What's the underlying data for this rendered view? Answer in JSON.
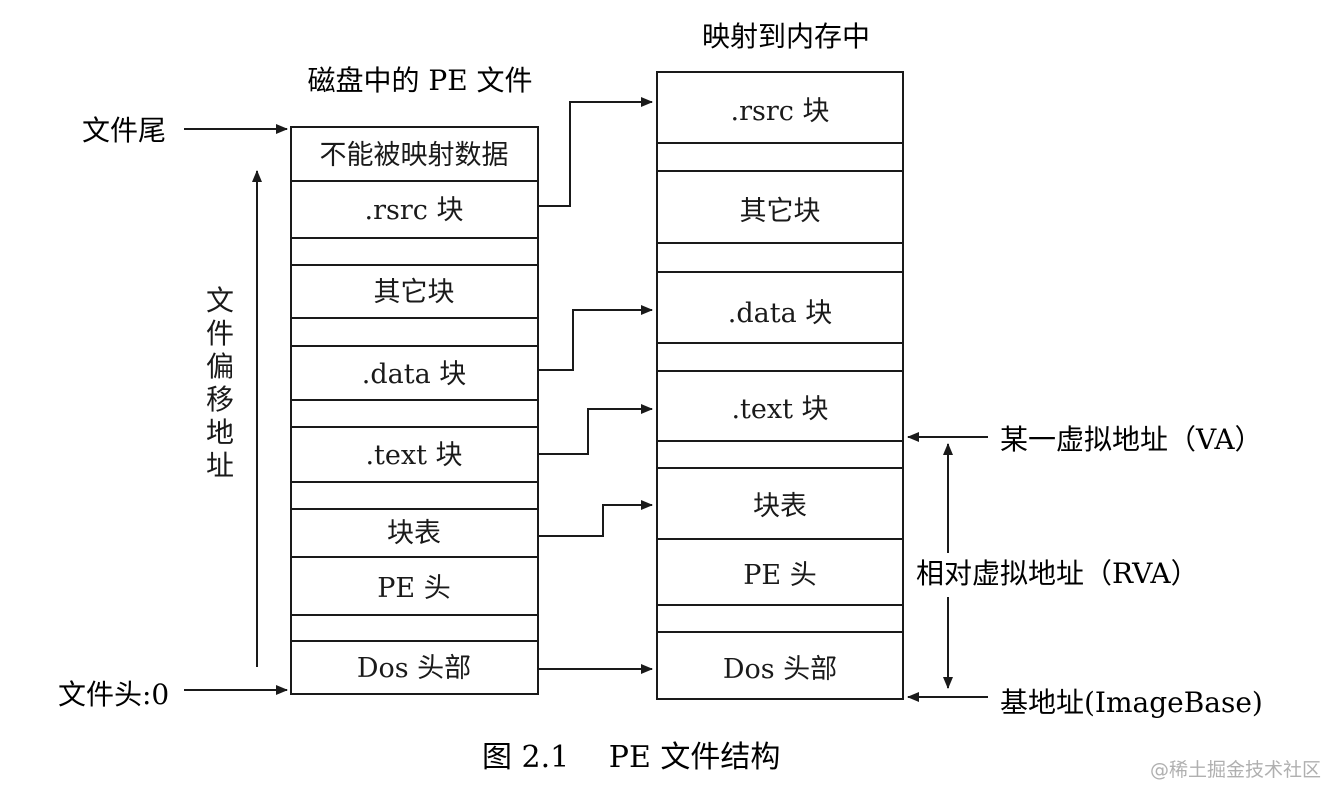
{
  "diagram": {
    "disk": {
      "title": "磁盘中的 PE 文件",
      "blocks": {
        "unmapped": "不能被映射数据",
        "rsrc": ".rsrc 块",
        "other": "其它块",
        "data": ".data 块",
        "text": ".text 块",
        "section_table": "块表",
        "pe_header": "PE 头",
        "dos_header": "Dos 头部"
      }
    },
    "memory": {
      "title": "映射到内存中",
      "blocks": {
        "rsrc": ".rsrc 块",
        "other": "其它块",
        "data": ".data 块",
        "text": ".text 块",
        "section_table": "块表",
        "pe_header": "PE 头",
        "dos_header": "Dos  头部"
      }
    },
    "labels": {
      "file_tail": "文件尾",
      "file_head": "文件头:0",
      "file_offset": [
        "文",
        "件",
        "偏",
        "移",
        "地",
        "址"
      ],
      "va": "某一虚拟地址（VA）",
      "rva": "相对虚拟地址（RVA）",
      "image_base": "基地址(ImageBase)"
    },
    "caption": "图 2.1　 PE 文件结构",
    "watermark": "@稀土掘金技术社区",
    "line_color": "#1a1a1a"
  }
}
